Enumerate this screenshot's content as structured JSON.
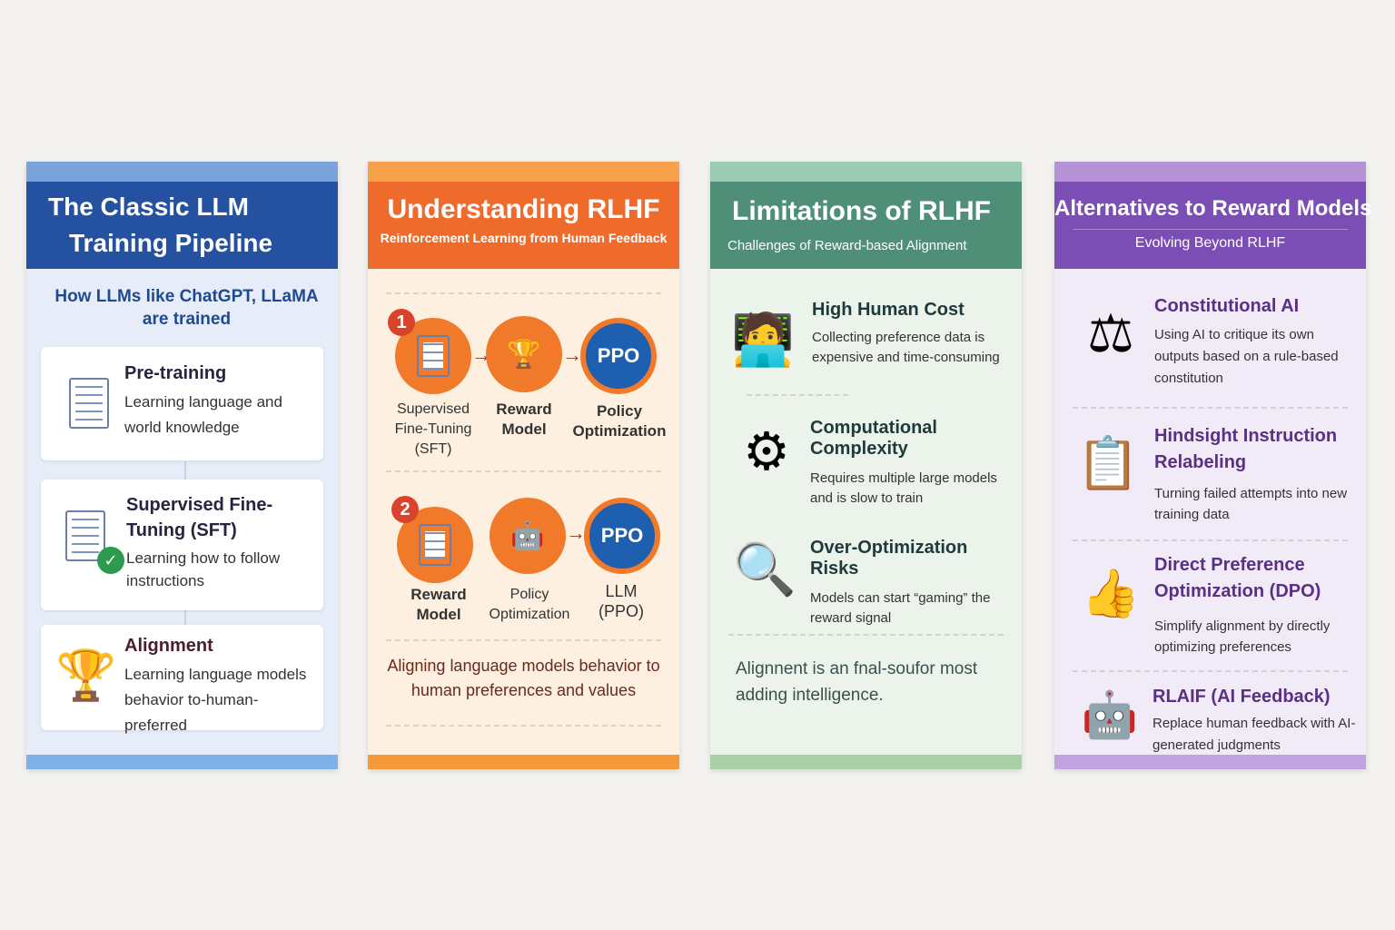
{
  "panel1": {
    "title_l1": "The Classic LLM",
    "title_l2": "Training Pipeline",
    "subtitle": "How LLMs like ChatGPT, LLaMA are trained",
    "steps": [
      {
        "title": "Pre-training",
        "desc": "Learning language and world knowledge"
      },
      {
        "title": "Supervised Fine-Tuning (SFT)",
        "desc": "Learning how to follow instructions"
      },
      {
        "title": "Alignment",
        "desc": "Learning language models behavior to-human-preferred"
      }
    ]
  },
  "panel2": {
    "title": "Understanding RLHF",
    "subtitle": "Reinforcement Learning from Human Feedback",
    "row1": {
      "number": "1",
      "items": [
        "Supervised Fine-Tuning (SFT)",
        "Reward Model",
        "Policy Optimization"
      ]
    },
    "row2": {
      "number": "2",
      "items": [
        "Reward Model",
        "Policy Optimization",
        "LLM (PPO)"
      ]
    },
    "ppo": "PPO",
    "caption": "Aligning language models behavior to human preferences and values"
  },
  "panel3": {
    "title": "Limitations of RLHF",
    "subtitle": "Challenges of Reward-based Alignment",
    "items": [
      {
        "title": "High Human Cost",
        "desc": "Collecting preference data is expensive and time-consuming"
      },
      {
        "title": "Computational Complexity",
        "desc": "Requires multiple large models and is slow to train"
      },
      {
        "title": "Over-Optimization Risks",
        "desc": "Models can start “gaming” the reward signal"
      }
    ],
    "caption": "Alignnent is an fnal-soufor most adding intelligence."
  },
  "panel4": {
    "title": "Alternatives to Reward Models",
    "subtitle": "Evolving Beyond RLHF",
    "items": [
      {
        "title": "Constitutional AI",
        "desc": "Using AI to critique its own outputs based on a rule-based constitution"
      },
      {
        "title": "Hindsight Instruction Relabeling",
        "desc": "Turning failed attempts into new training data"
      },
      {
        "title": "Direct Preference Optimization (DPO)",
        "desc": "Simplify alignment by directly optimizing preferences"
      },
      {
        "title": "RLAIF (AI Feedback)",
        "desc": "Replace human feedback with AI-generated judgments"
      }
    ]
  }
}
